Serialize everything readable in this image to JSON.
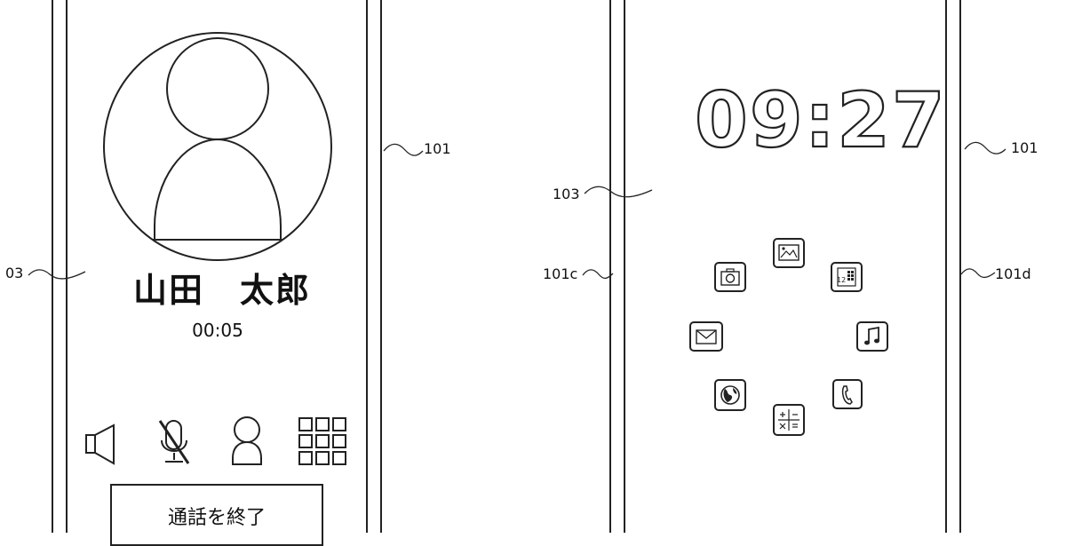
{
  "left_phone": {
    "ref_label": "101",
    "screen_ref_label": "03",
    "caller_name": "山田　太郎",
    "call_timer": "00:05",
    "controls": [
      {
        "name": "speaker-icon"
      },
      {
        "name": "mute-microphone-icon"
      },
      {
        "name": "contact-icon"
      },
      {
        "name": "keypad-icon"
      }
    ],
    "end_call_label": "通話を終了"
  },
  "right_phone": {
    "ref_label": "101",
    "screen_ref_label": "103",
    "left_edge_label": "101c",
    "right_edge_label": "101d",
    "clock": "09:27",
    "app_icons": [
      "gallery-icon",
      "calendar-icon",
      "music-icon",
      "phone-icon",
      "calculator-icon",
      "browser-icon",
      "mail-icon",
      "camera-icon"
    ],
    "calendar_icon_text": "12"
  },
  "colors": {
    "line": "#222222",
    "background": "#ffffff"
  }
}
